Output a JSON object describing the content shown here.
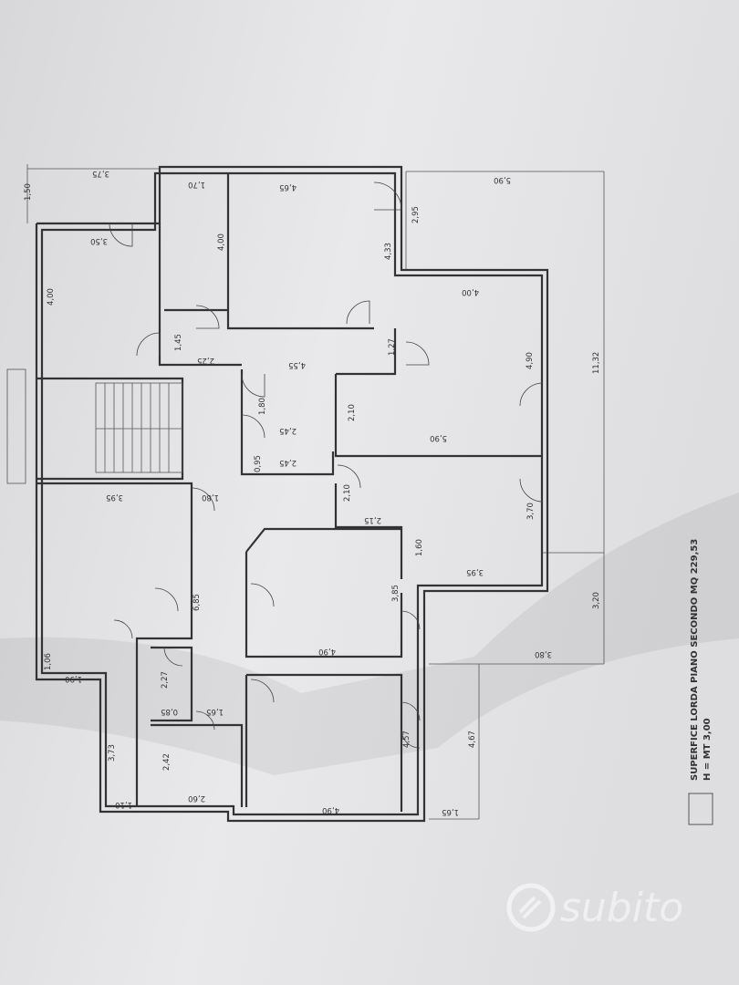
{
  "plan": {
    "caption": "SUPERFICE LORDA PIANO SECONDO MQ 229,53",
    "height_note": "H = MT 3,00",
    "dimensions": [
      "3,75",
      "1,50",
      "1,70",
      "4,65",
      "5,90",
      "3,50",
      "4,00",
      "4,00",
      "4,33",
      "2,95",
      "4,00",
      "1,45",
      "2,25",
      "4,55",
      "1,27",
      "4,90",
      "11,32",
      "1,80",
      "2,45",
      "2,10",
      "5,90",
      "0,95",
      "2,45",
      "1,80",
      "3,95",
      "2,10",
      "2,15",
      "3,70",
      "1,60",
      "3,95",
      "6,85",
      "3,85",
      "4,90",
      "3,20",
      "1,06",
      "1,90",
      "2,27",
      "0,85",
      "1,65",
      "3,80",
      "3,73",
      "2,42",
      "4,57",
      "4,67",
      "2,60",
      "4,90",
      "1,10",
      "1,65"
    ]
  },
  "watermark": {
    "brand": "subito"
  },
  "colors": {
    "paper": "#e8e8ea",
    "ink": "#333333",
    "background": "#c9c9cb"
  }
}
